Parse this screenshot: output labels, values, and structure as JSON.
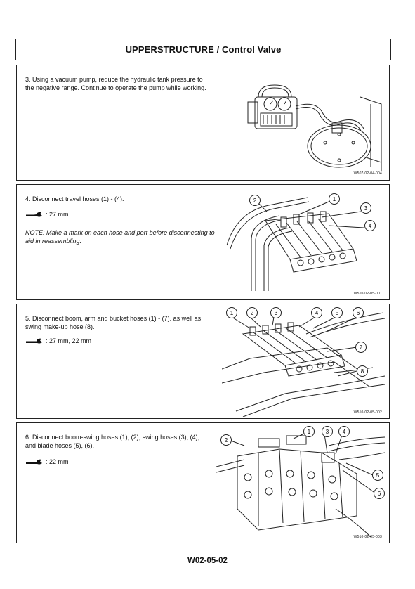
{
  "header": {
    "title": "UPPERSTRUCTURE / Control Valve"
  },
  "steps": [
    {
      "text": "3. Using a vacuum pump, reduce the hydraulic tank pressure to the negative range. Continue to operate the pump while working.",
      "figure_id": "W507-02-04-004"
    },
    {
      "text": "4. Disconnect travel hoses (1) - (4).",
      "spec": ": 27 mm",
      "note_label": "NOTE:",
      "note_text": "Make a mark on each hose and port before disconnecting to aid in reassembling.",
      "figure_id": "W510-02-05-001",
      "callouts": [
        "1",
        "2",
        "3",
        "4"
      ]
    },
    {
      "text": "5. Disconnect boom, arm and bucket hoses (1) - (7). as well as swing make-up hose (8).",
      "spec": ": 27 mm, 22 mm",
      "figure_id": "W510-02-05-002",
      "callouts": [
        "1",
        "2",
        "3",
        "4",
        "5",
        "6",
        "7",
        "8"
      ]
    },
    {
      "text": "6. Disconnect boom-swing hoses (1), (2), swing hoses (3), (4), and blade hoses (5), (6).",
      "spec": ": 22 mm",
      "figure_id": "W510-02-05-003",
      "callouts": [
        "1",
        "2",
        "3",
        "4",
        "5",
        "6"
      ]
    }
  ],
  "footer": {
    "page_number": "W02-05-02"
  }
}
